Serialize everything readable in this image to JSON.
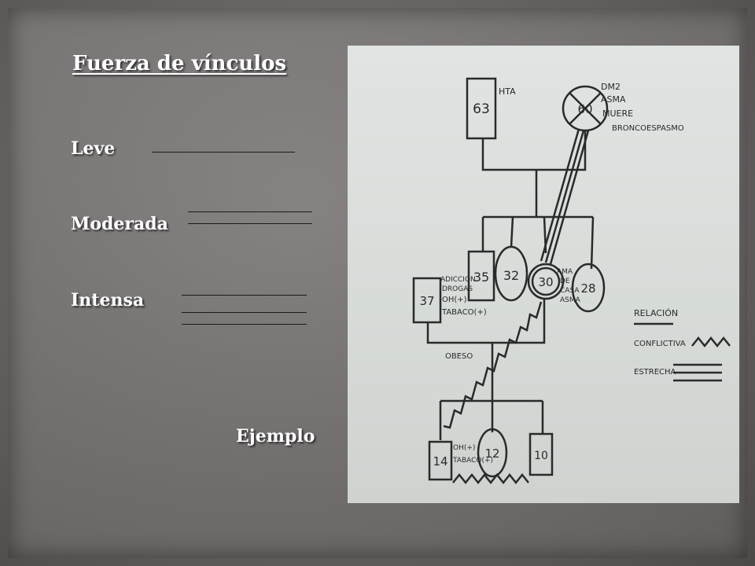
{
  "title": "Fuerza de  vínculos",
  "items": [
    {
      "bullet": "",
      "label": "Leve"
    },
    {
      "bullet": "",
      "label": "Moderada"
    },
    {
      "bullet": "",
      "label": "Intensa"
    }
  ],
  "example_label": "Ejemplo",
  "genogram": {
    "grandfather": {
      "age": "63",
      "note": "HTA"
    },
    "grandmother": {
      "age": "60",
      "notes": [
        "DM2",
        "ASMA",
        "MUERE",
        "BRONCOESPASMO"
      ]
    },
    "children": [
      {
        "age": "37",
        "notes": [
          "ADICCION",
          "DROGAS",
          "OH(+)",
          "TABACO(+)",
          "OBESO"
        ]
      },
      {
        "age": "35"
      },
      {
        "age": "32"
      },
      {
        "age": "30",
        "notes": [
          "AMA",
          "DE",
          "CASA",
          "ASMA"
        ]
      },
      {
        "age": "28"
      }
    ],
    "grandchildren": [
      {
        "age": "14"
      },
      {
        "age": "12",
        "notes": [
          "OH(+)",
          "TABACO(+)"
        ]
      },
      {
        "age": "10"
      }
    ],
    "legend": {
      "title": "RELACIÓN",
      "entries": [
        "CONFLICTIVA",
        "ESTRECHA"
      ]
    }
  }
}
